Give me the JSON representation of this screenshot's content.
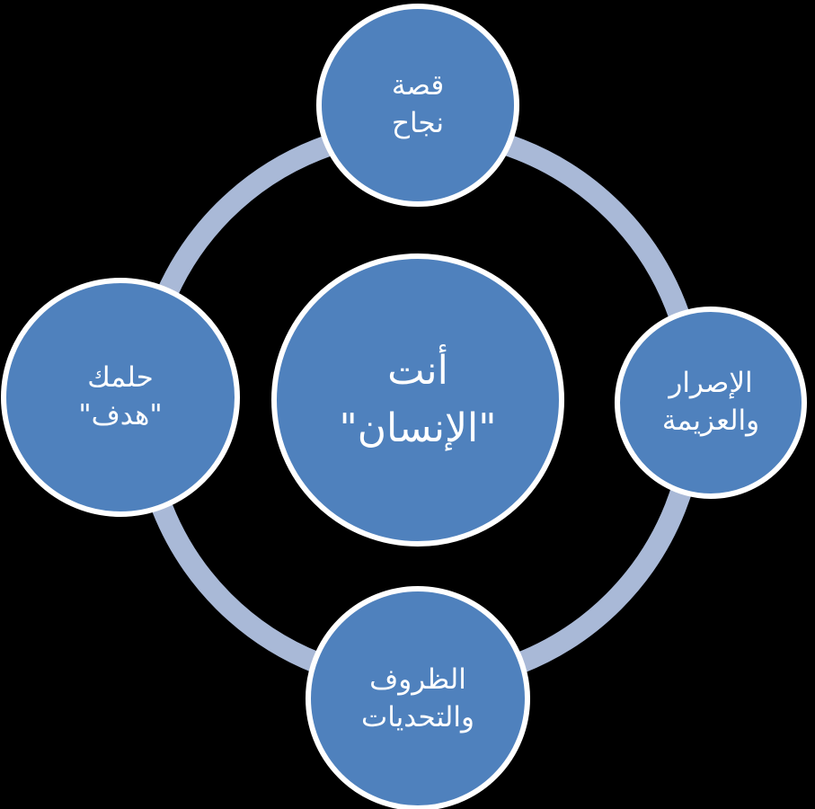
{
  "colors": {
    "background": "#000000",
    "ring": "#a9b9d7",
    "node_fill": "#4f81bd",
    "node_stroke": "#ffffff",
    "text": "#ffffff"
  },
  "center": {
    "line1": "أنت",
    "line2": "\"الإنسان\""
  },
  "nodes": {
    "top": {
      "line1": "قصة",
      "line2": "نجاح"
    },
    "right": {
      "line1": "الإصرار",
      "line2": "والعزيمة"
    },
    "bottom": {
      "line1": "الظروف",
      "line2": "والتحديات"
    },
    "left": {
      "line1": "حلمك",
      "line2": "\"هدف\""
    }
  }
}
